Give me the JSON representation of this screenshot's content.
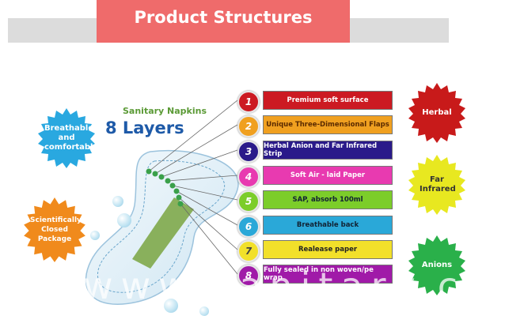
{
  "header": {
    "title": "Product Structures"
  },
  "diagram": {
    "subtitle": "Sanitary Napkins",
    "layer_count": "8 Layers",
    "left_badges": [
      {
        "label": "Breathable and comfortable",
        "color": "#29a8e0"
      },
      {
        "label": "Scientifically Closed Package",
        "color": "#f08a1c"
      }
    ],
    "layers": [
      {
        "number": "1",
        "label": "Premium soft surface",
        "color": "#cc1a22"
      },
      {
        "number": "2",
        "label": "Unique Three-Dimensional Flaps",
        "color": "#f0a020"
      },
      {
        "number": "3",
        "label": "Herbal Anion and Far Infrared Strip",
        "color": "#2a1a8a"
      },
      {
        "number": "4",
        "label": "Soft Air - laid Paper",
        "color": "#e83ab0"
      },
      {
        "number": "5",
        "label": "SAP, absorb 100ml",
        "color": "#7ccd2a"
      },
      {
        "number": "6",
        "label": "Breathable back",
        "color": "#2aa8d8"
      },
      {
        "number": "7",
        "label": "Realease paper",
        "color": "#f2e02a"
      },
      {
        "number": "8",
        "label": "Fully sealed in non woven/pe wrap",
        "color": "#a01aa8"
      }
    ],
    "right_badges": [
      {
        "label": "Herbal",
        "color": "#c81a1a"
      },
      {
        "label": "Far Infrared",
        "color": "#e8e820"
      },
      {
        "label": "Anions",
        "color": "#2ab04a"
      }
    ],
    "watermark": "www.sanitary.com"
  }
}
